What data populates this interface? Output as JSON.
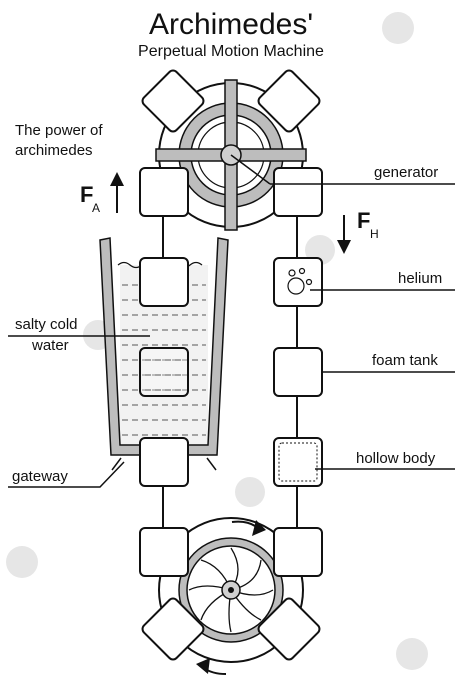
{
  "title": "Archimedes'",
  "subtitle": "Perpetual Motion Machine",
  "annotation": [
    "The power of",
    "archimedes"
  ],
  "forces": {
    "up": {
      "symbol": "F",
      "subscript": "A"
    },
    "down": {
      "symbol": "F",
      "subscript": "H"
    }
  },
  "labels": {
    "generator": "generator",
    "helium": "helium",
    "salty_water": [
      "salty cold",
      "water"
    ],
    "foam_tank": "foam tank",
    "hollow_body": "hollow body",
    "gateway": "gateway"
  },
  "colors": {
    "ink": "#111111",
    "gray_fill": "#bdbdbd",
    "water_dash": "#555555"
  },
  "icons": {
    "watermark": "watermark-icon",
    "rotation": "rotation-arrow-icon"
  }
}
